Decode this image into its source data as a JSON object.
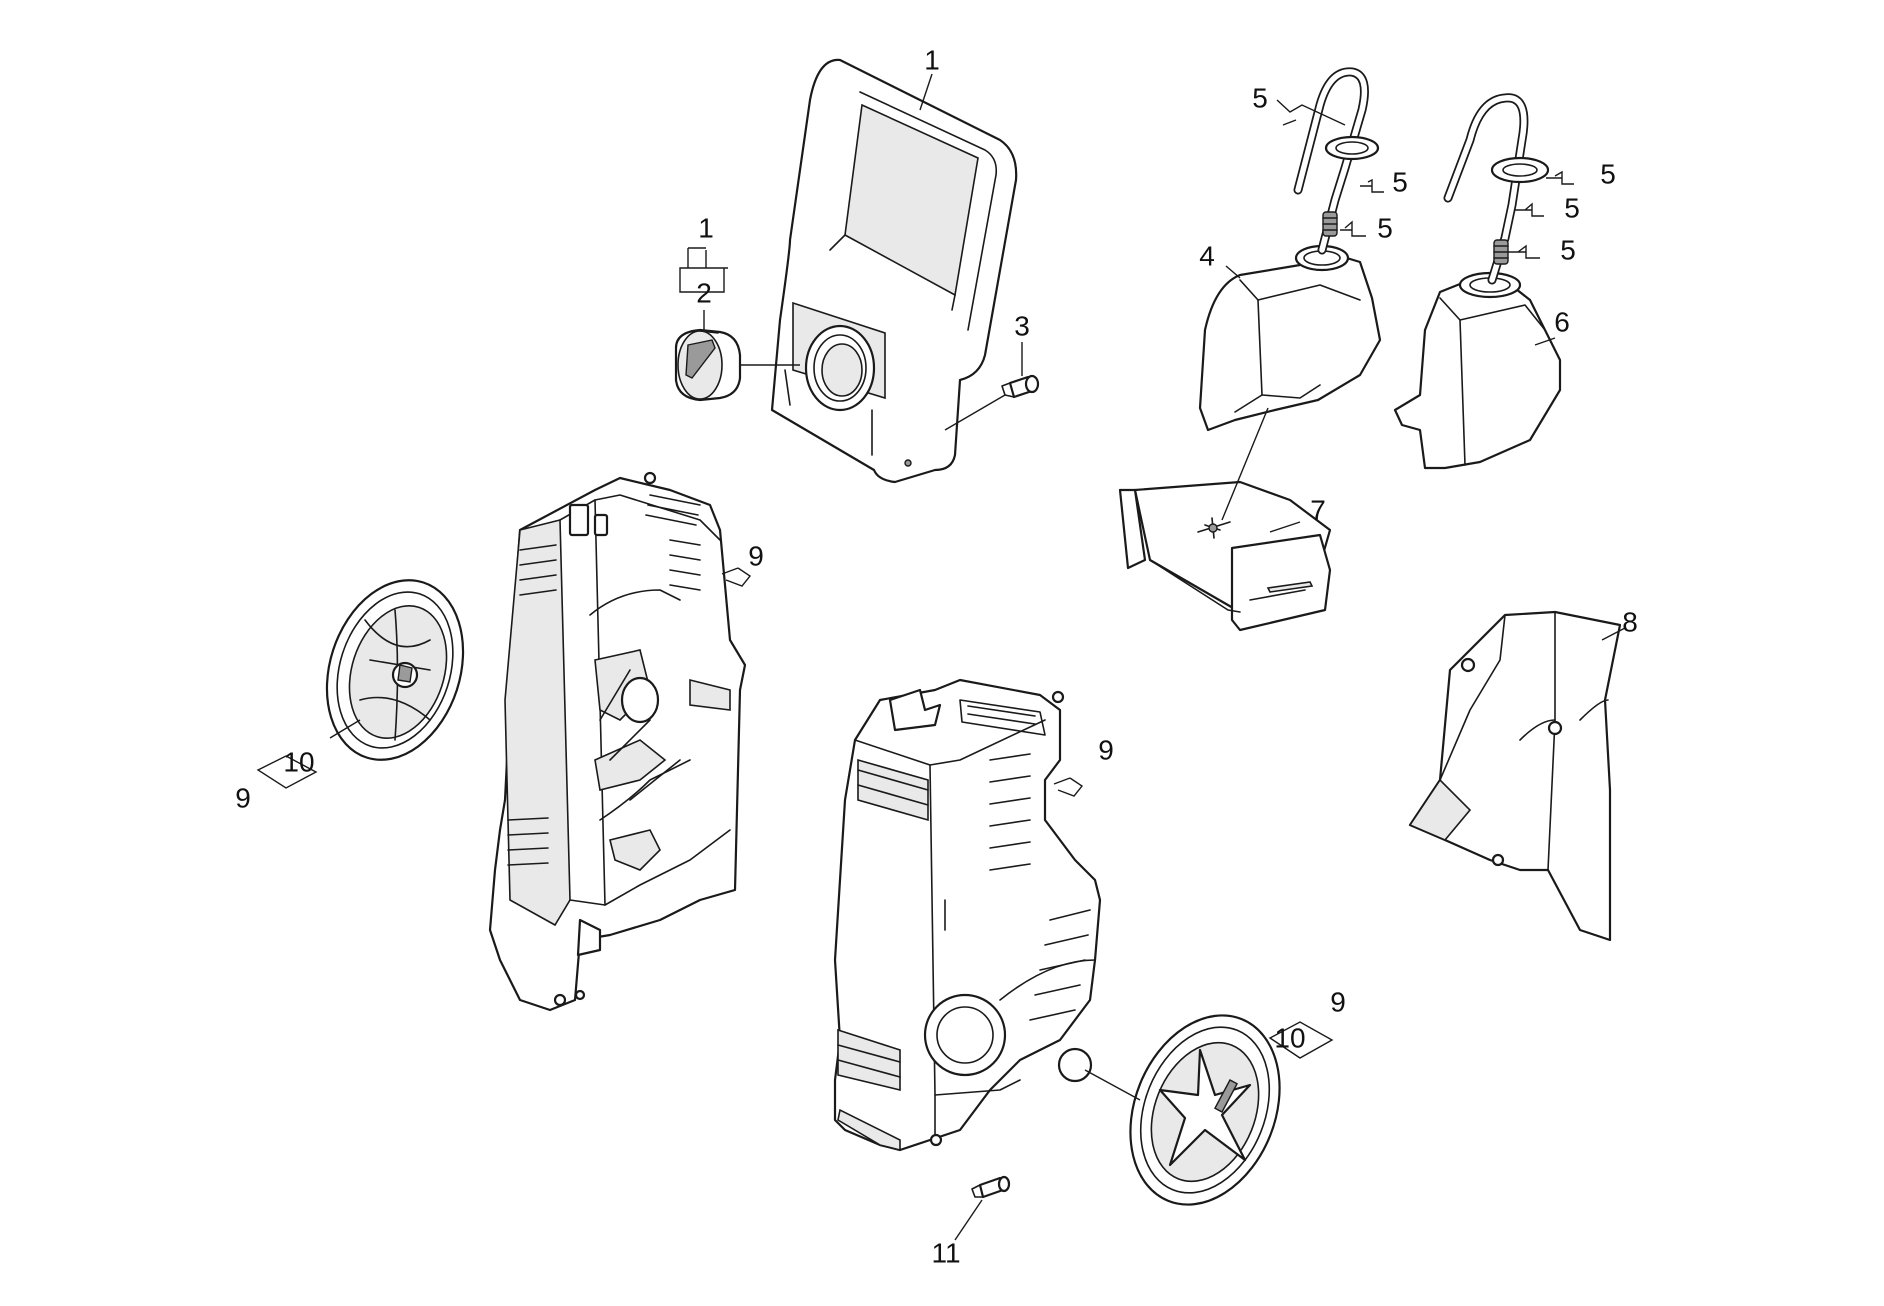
{
  "callouts": {
    "c1_top": "1",
    "c1_group": "1",
    "c2": "2",
    "c3": "3",
    "c4": "4",
    "c5_a": "5",
    "c5_b": "5",
    "c5_c": "5",
    "c5_d": "5",
    "c5_e": "5",
    "c5_f": "5",
    "c6": "6",
    "c7": "7",
    "c8": "8",
    "c9_left": "9",
    "c10_left": "10",
    "c9_upper": "9",
    "c9_mid": "9",
    "c9_right": "9",
    "c10_right": "10",
    "c11": "11"
  }
}
